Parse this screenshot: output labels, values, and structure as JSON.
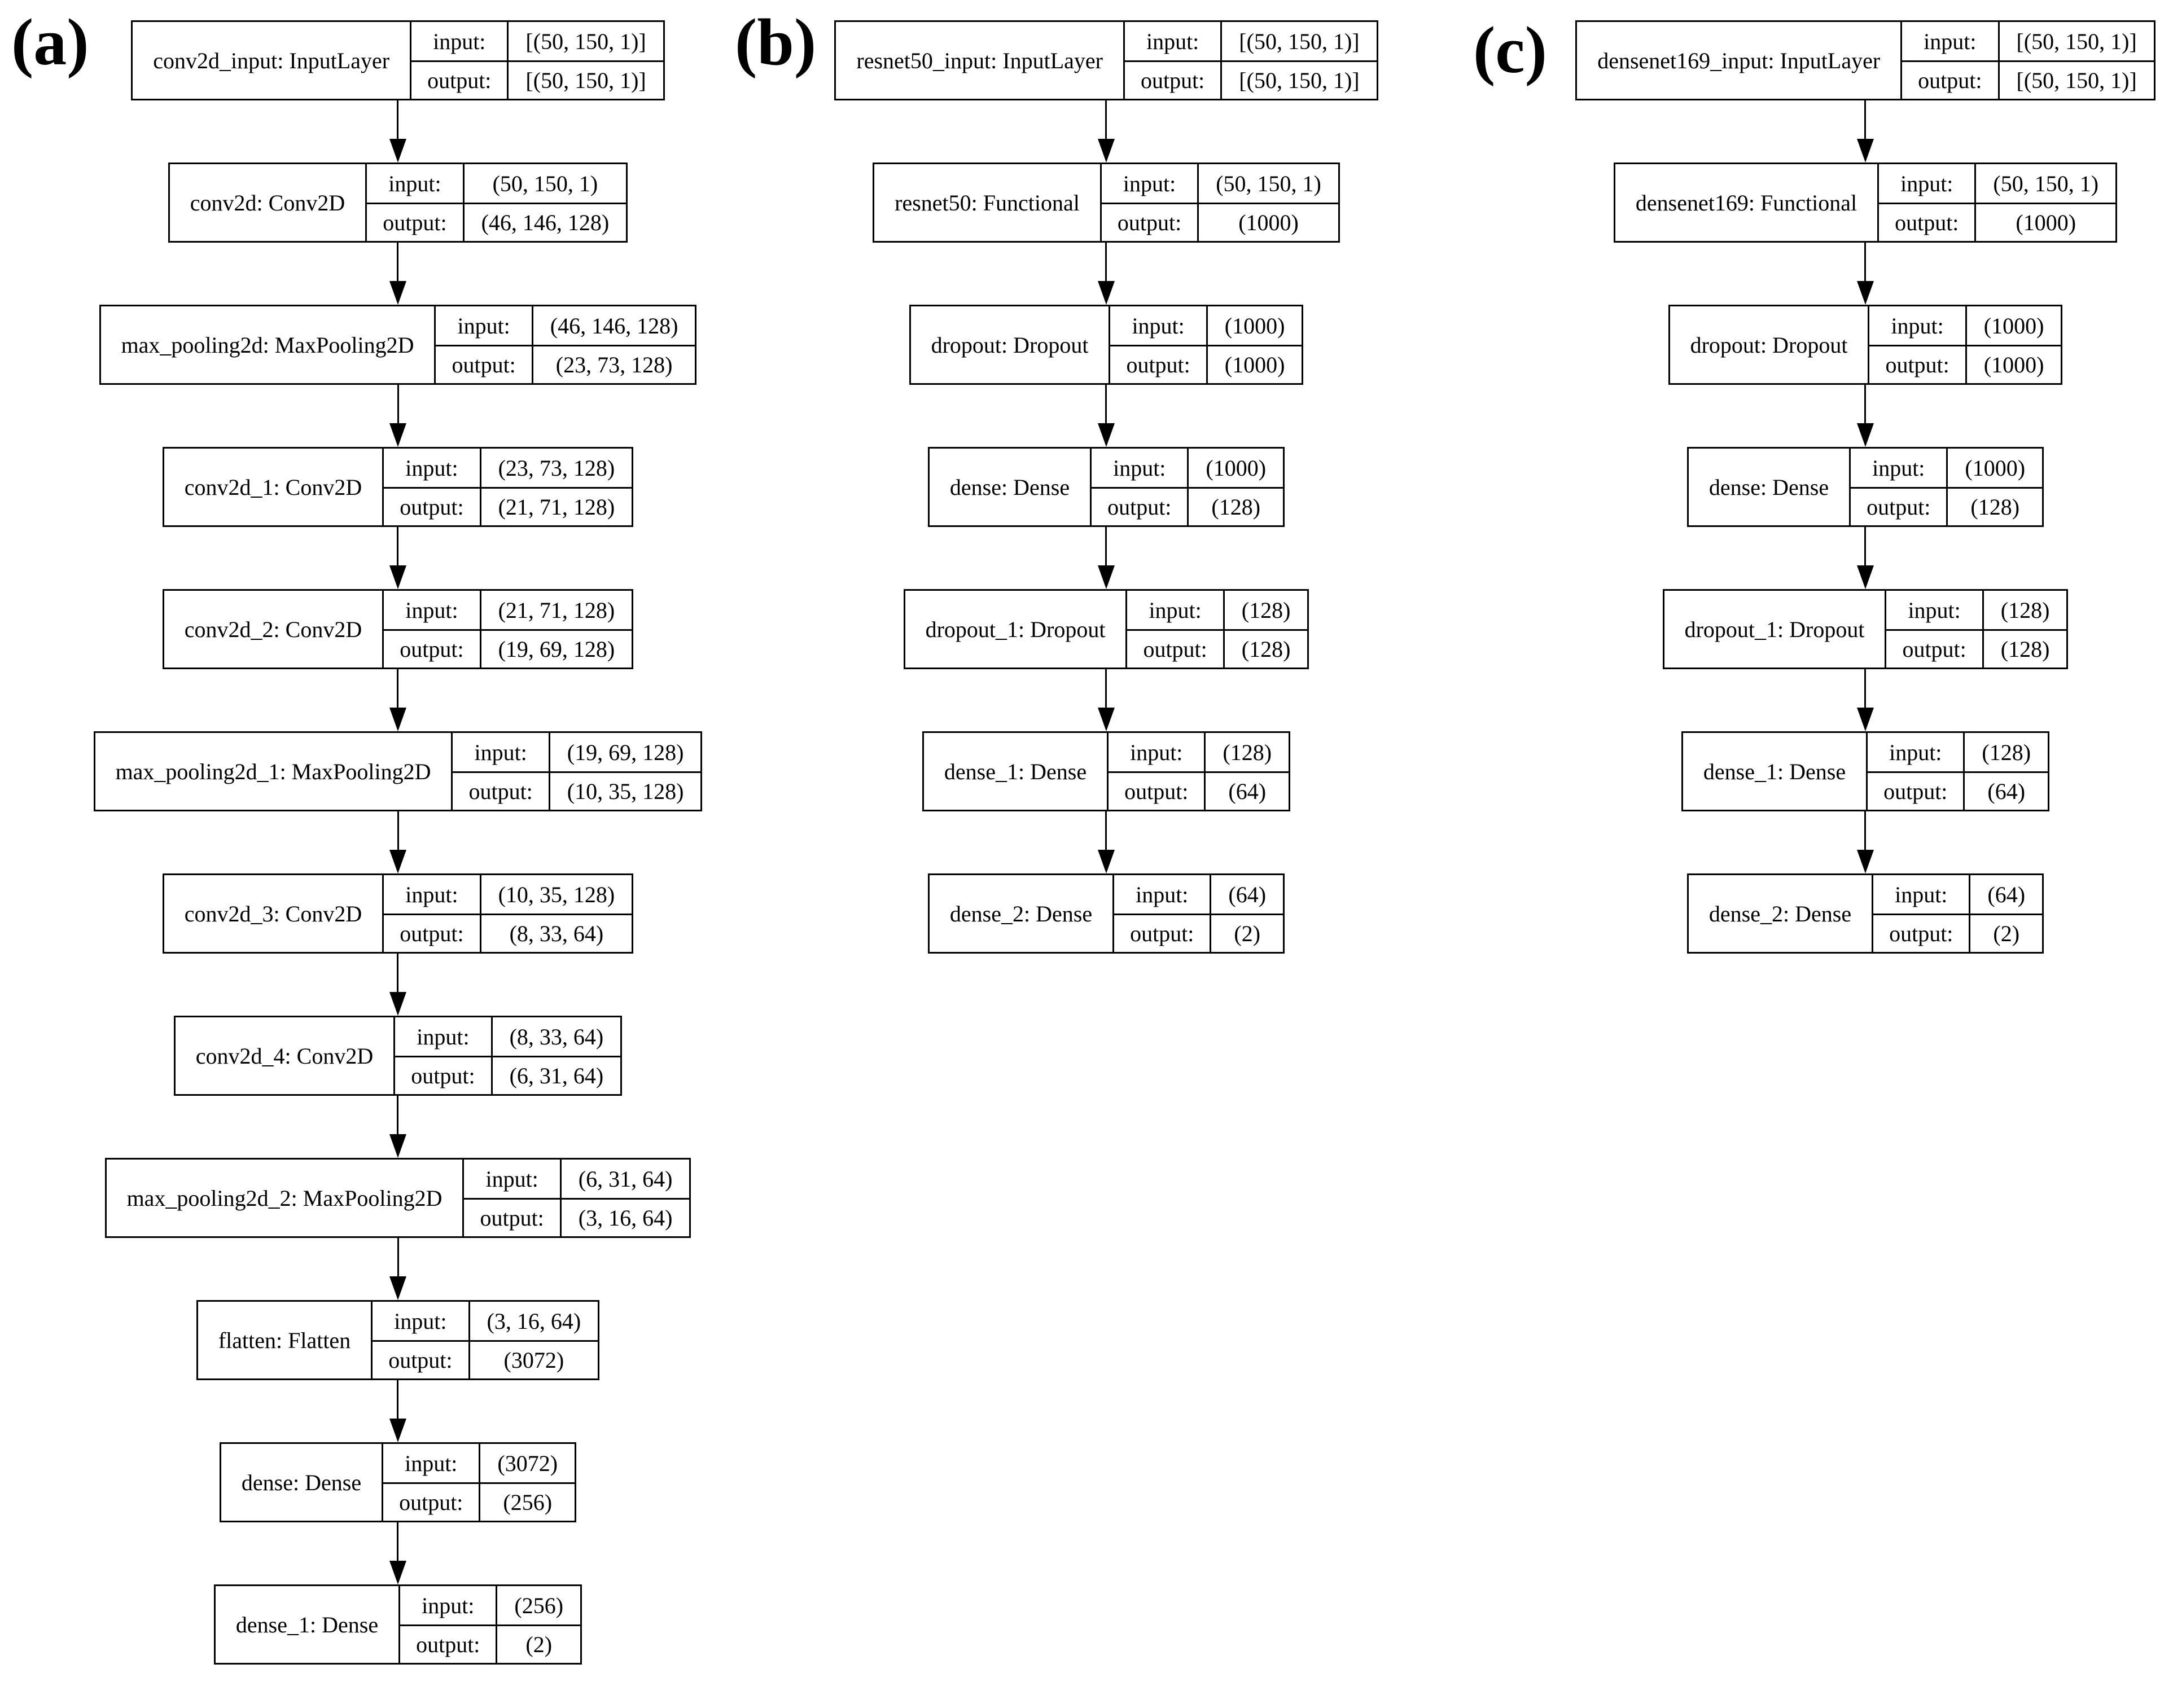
{
  "row_labels": {
    "input": "input:",
    "output": "output:"
  },
  "diagrams": [
    {
      "label": "(a)",
      "nodes": [
        {
          "name": "conv2d_input: InputLayer",
          "input": "[(50, 150, 1)]",
          "output": "[(50, 150, 1)]"
        },
        {
          "name": "conv2d: Conv2D",
          "input": "(50, 150, 1)",
          "output": "(46, 146, 128)"
        },
        {
          "name": "max_pooling2d: MaxPooling2D",
          "input": "(46, 146, 128)",
          "output": "(23, 73, 128)"
        },
        {
          "name": "conv2d_1: Conv2D",
          "input": "(23, 73, 128)",
          "output": "(21, 71, 128)"
        },
        {
          "name": "conv2d_2: Conv2D",
          "input": "(21, 71, 128)",
          "output": "(19, 69, 128)"
        },
        {
          "name": "max_pooling2d_1: MaxPooling2D",
          "input": "(19, 69, 128)",
          "output": "(10, 35, 128)"
        },
        {
          "name": "conv2d_3: Conv2D",
          "input": "(10, 35, 128)",
          "output": "(8, 33, 64)"
        },
        {
          "name": "conv2d_4: Conv2D",
          "input": "(8, 33, 64)",
          "output": "(6, 31, 64)"
        },
        {
          "name": "max_pooling2d_2: MaxPooling2D",
          "input": "(6, 31, 64)",
          "output": "(3, 16, 64)"
        },
        {
          "name": "flatten: Flatten",
          "input": "(3, 16, 64)",
          "output": "(3072)"
        },
        {
          "name": "dense: Dense",
          "input": "(3072)",
          "output": "(256)"
        },
        {
          "name": "dense_1: Dense",
          "input": "(256)",
          "output": "(2)"
        }
      ]
    },
    {
      "label": "(b)",
      "nodes": [
        {
          "name": "resnet50_input: InputLayer",
          "input": "[(50, 150, 1)]",
          "output": "[(50, 150, 1)]"
        },
        {
          "name": "resnet50: Functional",
          "input": "(50, 150, 1)",
          "output": "(1000)"
        },
        {
          "name": "dropout: Dropout",
          "input": "(1000)",
          "output": "(1000)"
        },
        {
          "name": "dense: Dense",
          "input": "(1000)",
          "output": "(128)"
        },
        {
          "name": "dropout_1: Dropout",
          "input": "(128)",
          "output": "(128)"
        },
        {
          "name": "dense_1: Dense",
          "input": "(128)",
          "output": "(64)"
        },
        {
          "name": "dense_2: Dense",
          "input": "(64)",
          "output": "(2)"
        }
      ]
    },
    {
      "label": "(c)",
      "nodes": [
        {
          "name": "densenet169_input: InputLayer",
          "input": "[(50, 150, 1)]",
          "output": "[(50, 150, 1)]"
        },
        {
          "name": "densenet169: Functional",
          "input": "(50, 150, 1)",
          "output": "(1000)"
        },
        {
          "name": "dropout: Dropout",
          "input": "(1000)",
          "output": "(1000)"
        },
        {
          "name": "dense: Dense",
          "input": "(1000)",
          "output": "(128)"
        },
        {
          "name": "dropout_1: Dropout",
          "input": "(128)",
          "output": "(128)"
        },
        {
          "name": "dense_1: Dense",
          "input": "(128)",
          "output": "(64)"
        },
        {
          "name": "dense_2: Dense",
          "input": "(64)",
          "output": "(2)"
        }
      ]
    }
  ]
}
